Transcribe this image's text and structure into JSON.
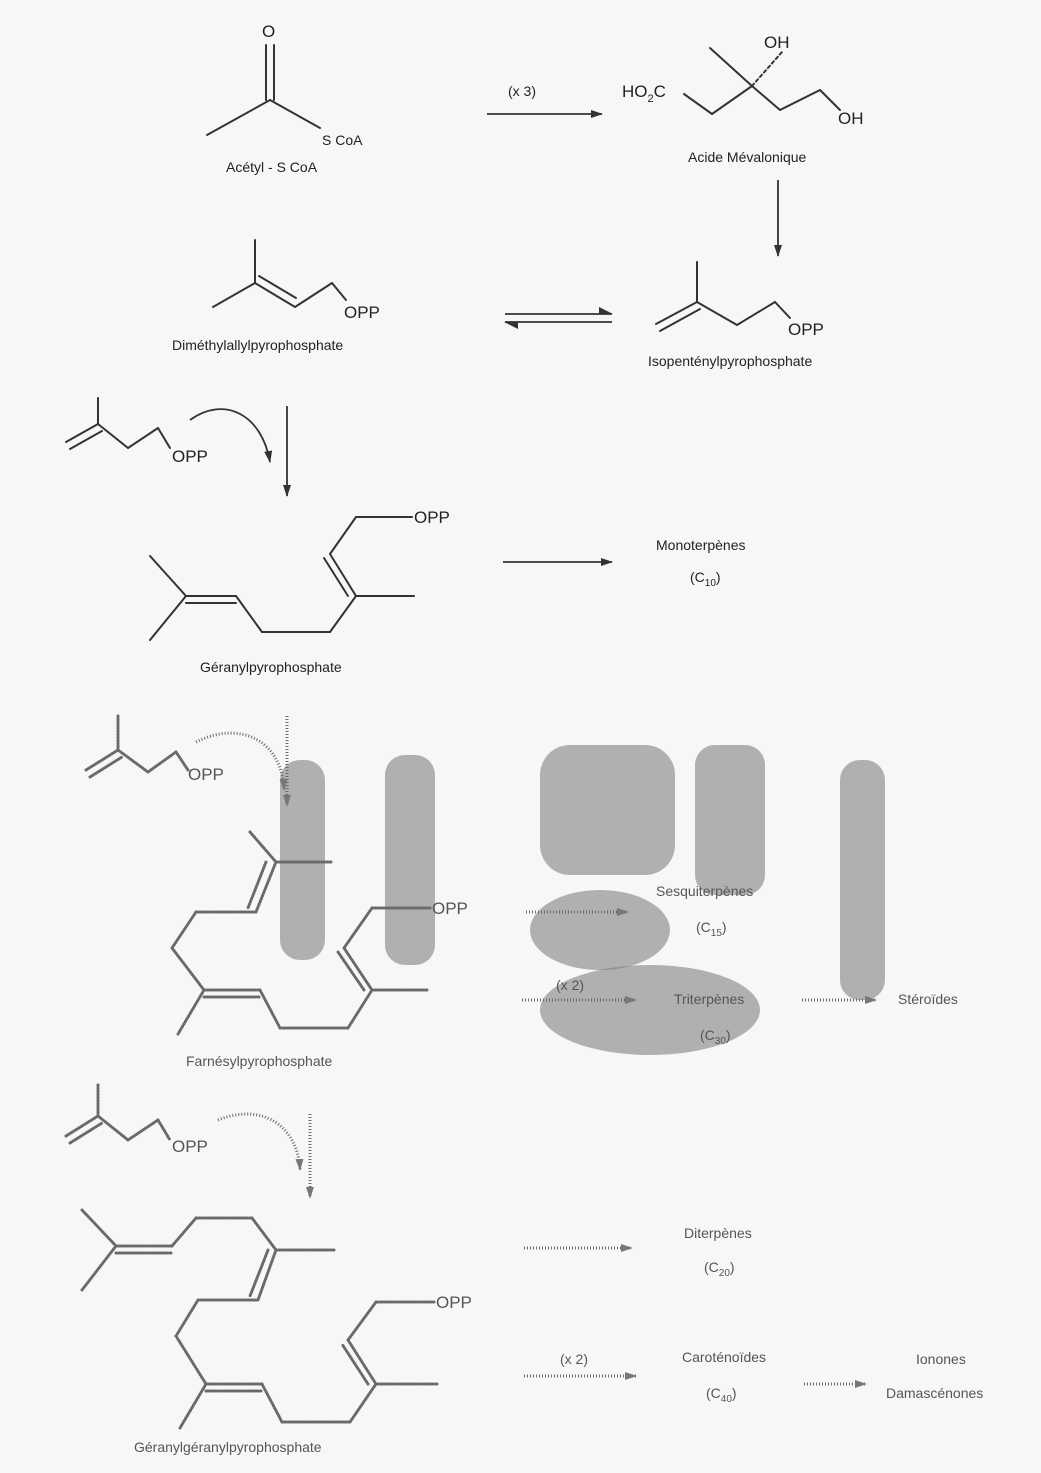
{
  "compounds": {
    "acetyl": {
      "name": "Acétyl - S CoA",
      "atom_o": "O",
      "atom_s": "S CoA"
    },
    "mevalonic": {
      "name": "Acide Mévalonique",
      "atom_ho2c": "HO",
      "sub2": "2",
      "ho2c_c": "C",
      "oh1": "OH",
      "oh2": "OH"
    },
    "dmapp": {
      "name": "Diméthylallylpyrophosphate",
      "opp": "OPP"
    },
    "ipp": {
      "name": "Isopenténylpyrophosphate",
      "opp": "OPP"
    },
    "ipp_add1": {
      "opp": "OPP"
    },
    "gpp": {
      "name": "Géranylpyrophosphate",
      "opp": "OPP"
    },
    "ipp_add2": {
      "opp": "OPP"
    },
    "fpp": {
      "name": "Farnésylpyrophosphate",
      "opp": "OPP"
    },
    "ipp_add3": {
      "opp": "OPP"
    },
    "ggpp": {
      "name": "Géranylgéranylpyrophosphate",
      "opp": "OPP"
    }
  },
  "arrows": {
    "acetyl_to_mevalonic": "(x 3)",
    "fpp_to_triterpenes": "(x 2)",
    "ggpp_to_carotenoids": "(x 2)"
  },
  "products": {
    "monoterpenes": {
      "name": "Monoterpènes",
      "formula_pre": "(C",
      "formula_sub": "10",
      "formula_post": ")"
    },
    "sesquiterpenes": {
      "name": "Sesquiterpènes",
      "formula_pre": "(C",
      "formula_sub": "15",
      "formula_post": ")"
    },
    "triterpenes": {
      "name": "Triterpènes",
      "formula_pre": "(C",
      "formula_sub": "30",
      "formula_post": ")"
    },
    "steroids": {
      "name": "Stéroïdes"
    },
    "diterpenes": {
      "name": "Diterpènes",
      "formula_pre": "(C",
      "formula_sub": "20",
      "formula_post": ")"
    },
    "carotenoids": {
      "name": "Caroténoïdes",
      "formula_pre": "(C",
      "formula_sub": "40",
      "formula_post": ")"
    },
    "ionones": {
      "line1": "Ionones",
      "line2": "Damascénones"
    }
  }
}
